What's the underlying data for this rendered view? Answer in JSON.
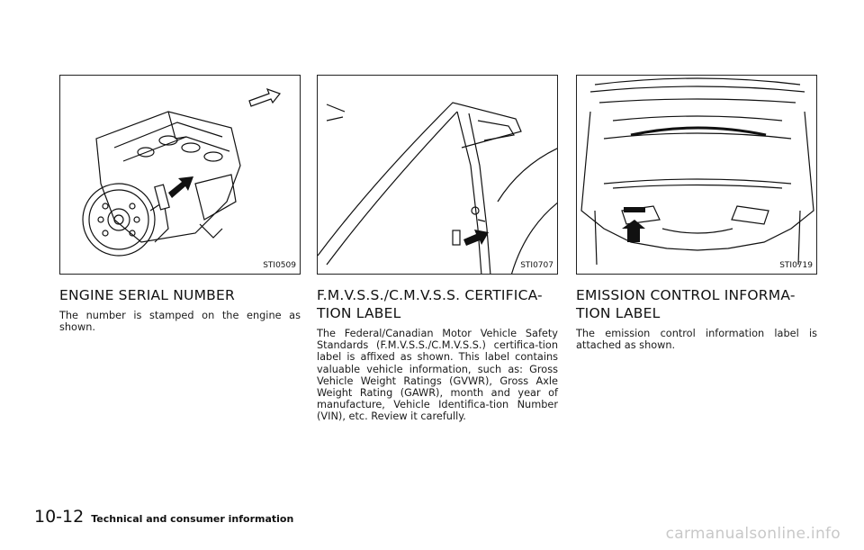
{
  "figures": [
    {
      "code": "STI0509",
      "icon": "engine-illustration"
    },
    {
      "code": "STI0707",
      "icon": "door-pillar-illustration"
    },
    {
      "code": "STI0719",
      "icon": "hood-underside-illustration"
    }
  ],
  "sections": [
    {
      "heading": "ENGINE SERIAL NUMBER",
      "body": "The number is stamped on the engine as shown."
    },
    {
      "heading": "F.M.V.S.S./C.M.V.S.S. CERTIFICA-TION LABEL",
      "body": "The Federal/Canadian Motor Vehicle Safety Standards (F.M.V.S.S./C.M.V.S.S.) certifica-tion label is affixed as shown. This label contains valuable vehicle information, such as: Gross Vehicle Weight Ratings (GVWR), Gross Axle Weight Rating (GAWR), month and year of manufacture, Vehicle Identifica-tion Number (VIN), etc. Review it carefully."
    },
    {
      "heading": "EMISSION CONTROL INFORMA-TION LABEL",
      "body": "The emission control information label is attached as shown."
    }
  ],
  "footer": {
    "page_number": "10-12",
    "section_name": "Technical and consumer information"
  },
  "watermark": "carmanualsonline.info"
}
